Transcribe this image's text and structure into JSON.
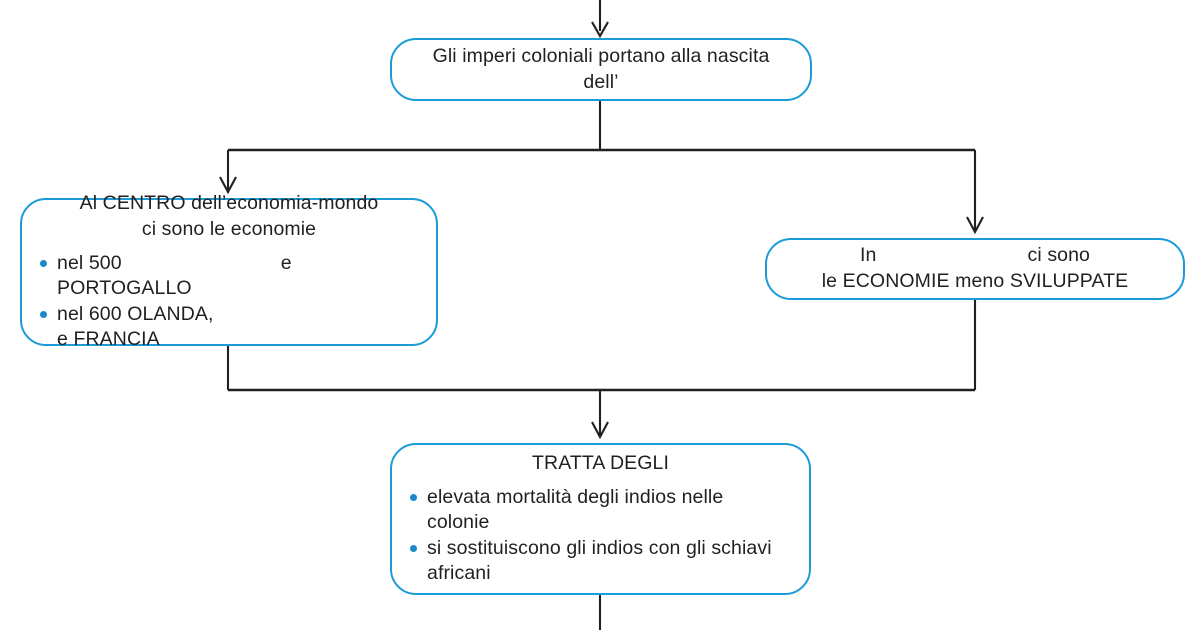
{
  "diagram": {
    "title_text": "Gli imperi coloniali portano alla nascita dell’",
    "accent_color": "#1b9bd8",
    "bullet_color": "#1b88c9",
    "connector_color": "#231f20",
    "text_color": "#231f20"
  },
  "nodes": {
    "origine": {
      "text": "Gli imperi coloniali portano alla nascita\ndell’"
    },
    "centro": {
      "heading_line1": "Al CENTRO dell’economia-mondo",
      "heading_line2": "ci sono le economie",
      "bullets": [
        {
          "prefix": "nel 500",
          "blank": "",
          "suffix": "e PORTOGALLO"
        },
        {
          "prefix": "nel 600 OLANDA,",
          "blank": "",
          "suffix": "e FRANCIA"
        }
      ]
    },
    "periferia": {
      "line1_prefix": "In",
      "line1_blank": "",
      "line1_suffix": "ci sono",
      "line2": "le ECONOMIE meno SVILUPPATE"
    },
    "tratta": {
      "heading": "TRATTA DEGLI",
      "bullets": [
        {
          "text": "elevata mortalità degli indios nelle\ncolonie"
        },
        {
          "text": "si sostituiscono gli indios con gli schiavi\n africani"
        }
      ]
    }
  },
  "connectors": [
    {
      "name": "incoming-top-arrow",
      "from": "above-canvas",
      "to": "origine"
    },
    {
      "name": "origine-to-split",
      "from": "origine",
      "to": "split-bus"
    },
    {
      "name": "split-to-centro",
      "from": "split-bus",
      "to": "centro"
    },
    {
      "name": "split-to-periferia",
      "from": "split-bus",
      "to": "periferia"
    },
    {
      "name": "centro-to-merge",
      "from": "centro",
      "to": "merge-bus"
    },
    {
      "name": "periferia-to-merge",
      "from": "periferia",
      "to": "merge-bus"
    },
    {
      "name": "merge-to-tratta",
      "from": "merge-bus",
      "to": "tratta"
    },
    {
      "name": "tratta-outgoing",
      "from": "tratta",
      "to": "below-canvas"
    }
  ]
}
